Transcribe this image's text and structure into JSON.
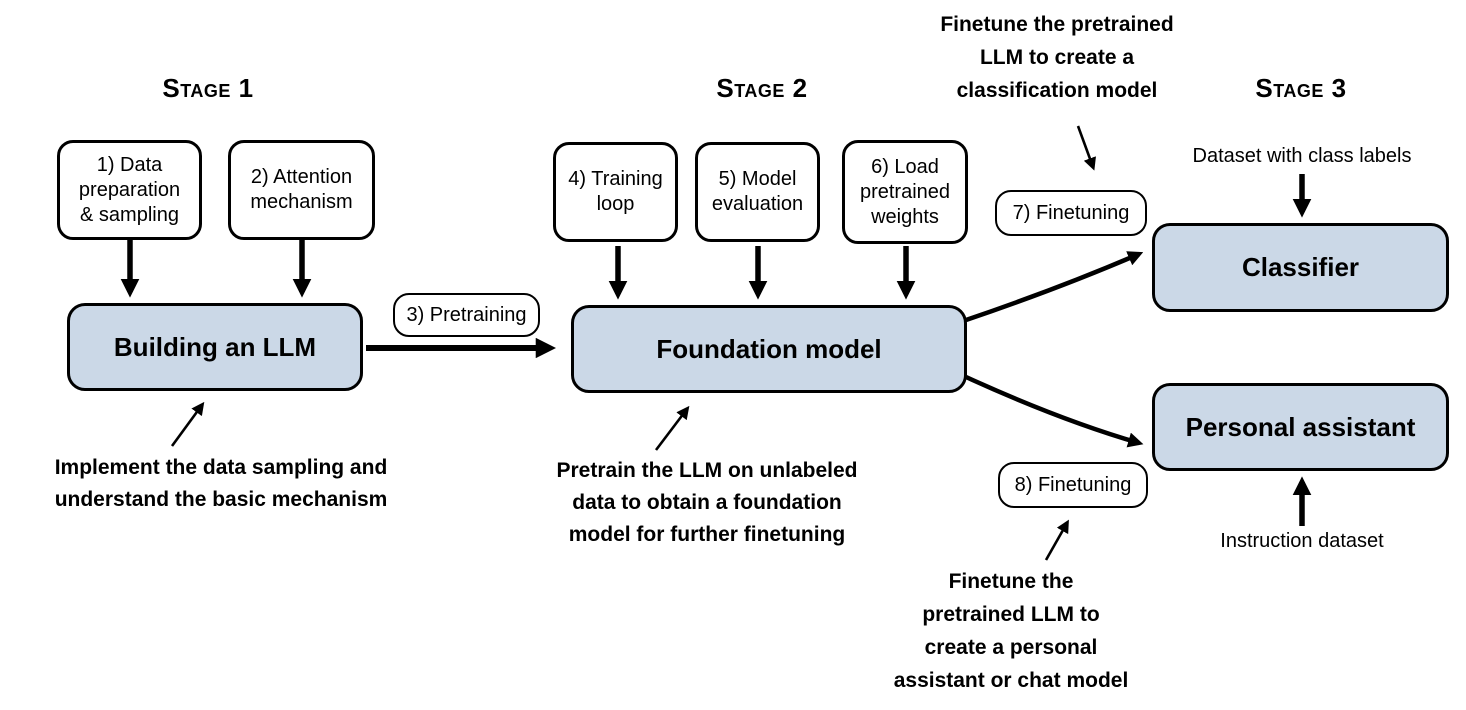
{
  "colors": {
    "background": "#ffffff",
    "box_fill": "#cbd8e7",
    "box_border": "#000000",
    "text": "#000000",
    "arrow": "#000000"
  },
  "stage1": {
    "heading": "Stage 1",
    "step_boxes": {
      "data_preparation": {
        "lines": [
          "1) Data",
          "preparation",
          "& sampling"
        ]
      },
      "attention": {
        "lines": [
          "2) Attention",
          "mechanism"
        ]
      }
    },
    "main_box": "Building an LLM",
    "annotation": {
      "lines": [
        "Implement the data sampling and",
        "understand the basic mechanism"
      ]
    }
  },
  "transition": {
    "label": "3) Pretraining"
  },
  "stage2": {
    "heading": "Stage 2",
    "step_boxes": {
      "training_loop": {
        "lines": [
          "4) Training",
          "loop"
        ]
      },
      "model_evaluation": {
        "lines": [
          "5) Model",
          "evaluation"
        ]
      },
      "load_weights": {
        "lines": [
          "6) Load",
          "pretrained",
          "weights"
        ]
      }
    },
    "main_box": "Foundation model",
    "annotation": {
      "lines": [
        "Pretrain the LLM on unlabeled",
        "data to obtain a foundation",
        "model for further finetuning"
      ]
    }
  },
  "stage3": {
    "heading": "Stage 3",
    "classifier_flow": {
      "annotation": {
        "lines": [
          "Finetune the pretrained",
          "LLM to create a",
          "classification model"
        ]
      },
      "finetune_label": "7) Finetuning",
      "dataset_label": "Dataset with class labels",
      "output_box": "Classifier"
    },
    "assistant_flow": {
      "finetune_label": "8) Finetuning",
      "dataset_label": "Instruction dataset",
      "output_box": "Personal assistant",
      "annotation": {
        "lines": [
          "Finetune the",
          "pretrained LLM to",
          "create a personal",
          "assistant or chat model"
        ]
      }
    }
  }
}
